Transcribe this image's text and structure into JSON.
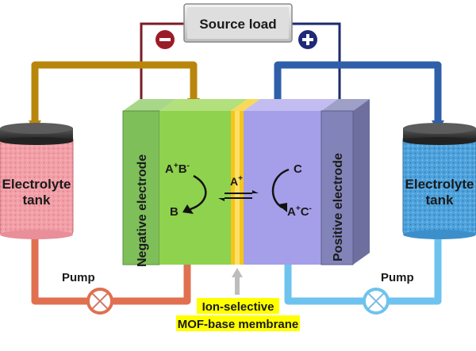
{
  "source_load": "Source load",
  "negative_sign": "−",
  "positive_sign": "+",
  "negative_electrode": "Negative electrode",
  "positive_electrode": "Positive electrode",
  "left_tank": [
    "Electrolyte",
    "tank"
  ],
  "right_tank": [
    "Electrolyte",
    "tank"
  ],
  "left_pump": "Pump",
  "right_pump": "Pump",
  "membrane_label": [
    "Ion-selective",
    "MOF-base membrane"
  ],
  "reaction_negative": {
    "reactant": "A",
    "reactant_sup1": "+",
    "reactant_b": "B",
    "reactant_sup2": "-",
    "product": "B"
  },
  "reaction_positive": {
    "reactant": "C",
    "product": "A",
    "product_sup1": "+",
    "product_c": "C",
    "product_sup2": "-"
  },
  "ion": {
    "symbol": "A",
    "sup": "+"
  },
  "colors": {
    "negative_wire": "#7a1c24",
    "positive_wire": "#1d2a6e",
    "top_left_pipe": "#b8860b",
    "top_right_pipe": "#2e5fa8",
    "bottom_left_pipe": "#e07050",
    "bottom_right_pipe": "#6ec3ee",
    "left_electrolyte": "#f3a3aa",
    "right_electrolyte": "#5aa8dc",
    "negative_half": "#8fd24e",
    "positive_half": "#a59ee8",
    "membrane": "#f5c518",
    "membrane_label_bg": "#ffff00"
  }
}
